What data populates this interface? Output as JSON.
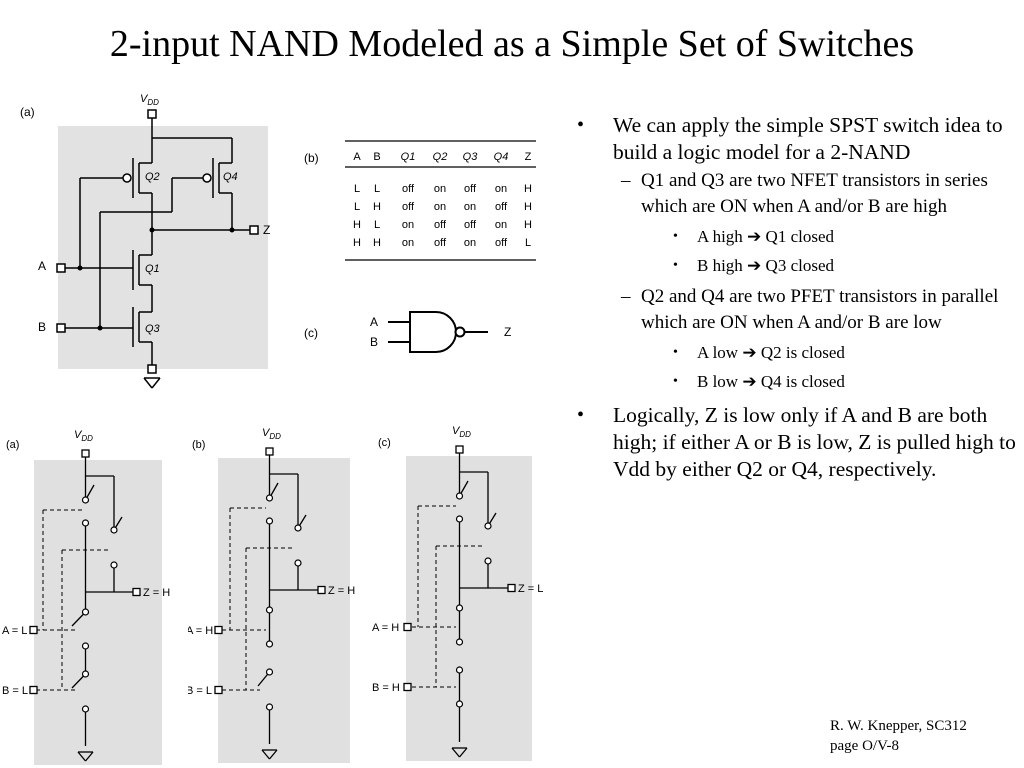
{
  "title": "2-input NAND Modeled as a Simple Set of Switches",
  "figure_a": {
    "label": "(a)",
    "vdd": "V",
    "vdd_sub": "DD",
    "q2": "Q2",
    "q4": "Q4",
    "q1": "Q1",
    "q3": "Q3",
    "in_a": "A",
    "in_b": "B",
    "out_z": "Z"
  },
  "truth_table": {
    "label": "(b)",
    "headers": [
      "A",
      "B",
      "Q1",
      "Q2",
      "Q3",
      "Q4",
      "Z"
    ],
    "rows": [
      [
        "L",
        "L",
        "off",
        "on",
        "off",
        "on",
        "H"
      ],
      [
        "L",
        "H",
        "off",
        "on",
        "on",
        "off",
        "H"
      ],
      [
        "H",
        "L",
        "on",
        "off",
        "off",
        "on",
        "H"
      ],
      [
        "H",
        "H",
        "on",
        "off",
        "on",
        "off",
        "L"
      ]
    ]
  },
  "gate_symbol": {
    "label": "(c)",
    "in_a": "A",
    "in_b": "B",
    "out": "Z"
  },
  "switch_models": [
    {
      "label": "(a)",
      "vdd": "V",
      "vdd_sub": "DD",
      "z": "Z = H",
      "a": "A = L",
      "b": "B = L"
    },
    {
      "label": "(b)",
      "vdd": "V",
      "vdd_sub": "DD",
      "z": "Z = H",
      "a": "A = H",
      "b": "B = L"
    },
    {
      "label": "(c)",
      "vdd": "V",
      "vdd_sub": "DD",
      "z": "Z = L",
      "a": "A = H",
      "b": "B = H"
    }
  ],
  "bullets": {
    "b1": "We can apply the simple SPST switch idea to build a logic model for a 2-NAND",
    "b1_1": "Q1 and Q3 are two NFET transistors in series which are ON when A and/or B are high",
    "b1_1_1": "A high ➔ Q1 closed",
    "b1_1_2": "B high ➔ Q3 closed",
    "b1_2": "Q2 and Q4 are two PFET transistors in parallel which are ON when A and/or B are low",
    "b1_2_1": "A low ➔ Q2 is closed",
    "b1_2_2": "B low ➔ Q4 is closed",
    "b2": "Logically, Z is low only if A and B are both high;  if either A or B is low, Z is pulled high to Vdd by either Q2 or Q4, respectively."
  },
  "footer": {
    "line1": "R. W. Knepper, SC312",
    "line2": "page O/V-8"
  }
}
